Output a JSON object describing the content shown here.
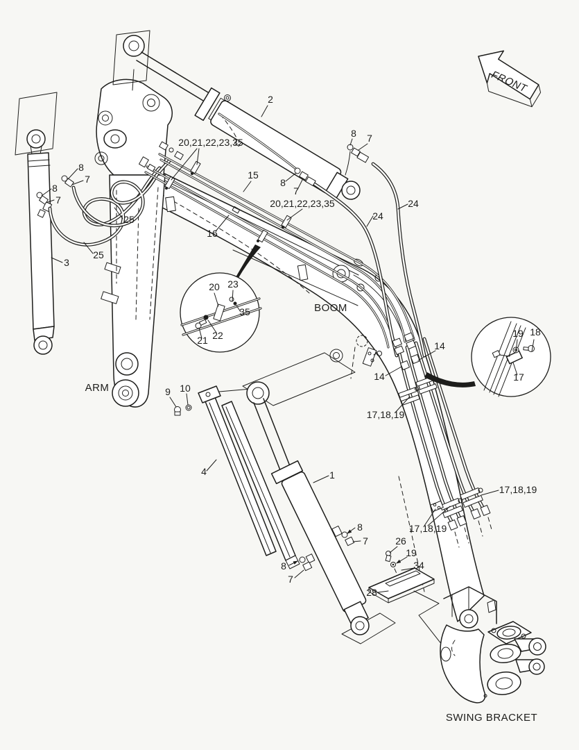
{
  "document": {
    "type": "exploded-parts-diagram",
    "subject": "excavator boom, arm and cylinder hydraulic piping",
    "background_color": "#f7f7f4",
    "line_color": "#1d1d1b"
  },
  "front_arrow": {
    "label": "FRONT"
  },
  "areas": {
    "arm": "ARM",
    "boom": "BOOM",
    "swing_bracket": "SWING BRACKET"
  },
  "callouts": [
    {
      "id": "arm-cylinder",
      "text": "2"
    },
    {
      "id": "oring-top",
      "text": "8"
    },
    {
      "id": "connector-top",
      "text": "7"
    },
    {
      "id": "clamp-set-upper",
      "text": "20,21,22,23,35"
    },
    {
      "id": "tube-15",
      "text": "15"
    },
    {
      "id": "oring-mid",
      "text": "8"
    },
    {
      "id": "connector-mid",
      "text": "7"
    },
    {
      "id": "clamp-set-lower",
      "text": "20,21,22,23,35"
    },
    {
      "id": "hose-24-outer",
      "text": "24"
    },
    {
      "id": "hose-24-inner",
      "text": "24"
    },
    {
      "id": "tube-16",
      "text": "16"
    },
    {
      "id": "hose-25-upper",
      "text": "25"
    },
    {
      "id": "hose-25-lower",
      "text": "25"
    },
    {
      "id": "oring-left-a",
      "text": "8"
    },
    {
      "id": "connector-left-a",
      "text": "7"
    },
    {
      "id": "oring-left-b",
      "text": "8"
    },
    {
      "id": "connector-left-b",
      "text": "7"
    },
    {
      "id": "bucket-cylinder-left",
      "text": "3"
    },
    {
      "id": "detail1-clamp",
      "text": "20"
    },
    {
      "id": "detail1-nut",
      "text": "23"
    },
    {
      "id": "detail1-washer-b",
      "text": "35"
    },
    {
      "id": "detail1-bolt",
      "text": "21"
    },
    {
      "id": "detail1-washer",
      "text": "22"
    },
    {
      "id": "fitting-14-left",
      "text": "14"
    },
    {
      "id": "fitting-14-right",
      "text": "14"
    },
    {
      "id": "clamp-171819-mid",
      "text": "17,18,19"
    },
    {
      "id": "detail2-washer",
      "text": "19"
    },
    {
      "id": "detail2-bolt",
      "text": "18"
    },
    {
      "id": "detail2-clamp",
      "text": "17"
    },
    {
      "id": "screw-9",
      "text": "9"
    },
    {
      "id": "washer-10",
      "text": "10"
    },
    {
      "id": "guard-4",
      "text": "4"
    },
    {
      "id": "boom-cylinder",
      "text": "1"
    },
    {
      "id": "oring-cyl1-a",
      "text": "8"
    },
    {
      "id": "connector-cyl1-a",
      "text": "7"
    },
    {
      "id": "oring-cyl1-b",
      "text": "8"
    },
    {
      "id": "connector-cyl1-b",
      "text": "7"
    },
    {
      "id": "bolt-26",
      "text": "26"
    },
    {
      "id": "washer-19",
      "text": "19"
    },
    {
      "id": "clamp-34",
      "text": "34"
    },
    {
      "id": "plate-28",
      "text": "28"
    },
    {
      "id": "clamp-171819-lower",
      "text": "17,18,19"
    },
    {
      "id": "clamp-171819-right",
      "text": "17,18,19"
    }
  ]
}
